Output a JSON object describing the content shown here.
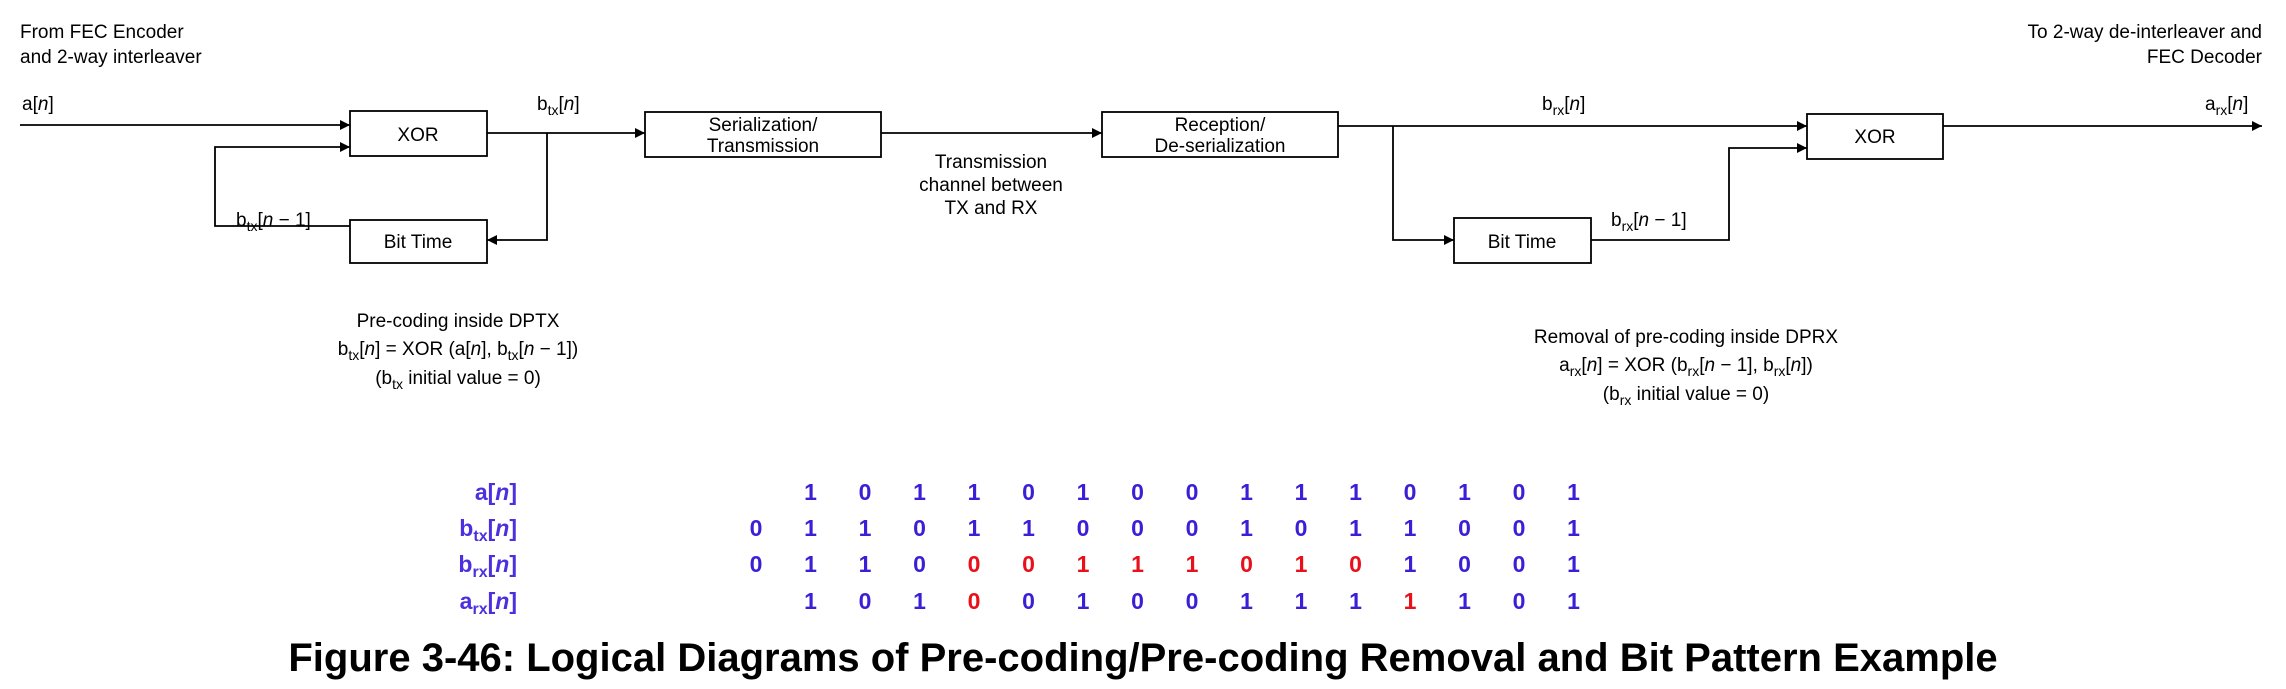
{
  "labels": {
    "from_line1": "From FEC Encoder",
    "from_line2": "and 2-way interleaver",
    "to_line1": "To 2-way de-interleaver and",
    "to_line2": "FEC Decoder",
    "a_n": "a[n]",
    "btx_n": "btx[n]",
    "btx_n_minus_1": "btx[n − 1]",
    "brx_n": "brx[n]",
    "brx_n_minus_1": "brx[n − 1]",
    "arx_n": "arx[n]",
    "channel_line1": "Transmission",
    "channel_line2": "channel between",
    "channel_line3": "TX and RX"
  },
  "boxes": {
    "xor_tx": "XOR",
    "bittime_tx": "Bit Time",
    "serial_line1": "Serialization/",
    "serial_line2": "Transmission",
    "recv_line1": "Reception/",
    "recv_line2": "De-serialization",
    "bittime_rx": "Bit Time",
    "xor_rx": "XOR"
  },
  "notes": {
    "tx_line1": "Pre-coding inside DPTX",
    "tx_line2": "btx[n] = XOR (a[n], btx[n − 1])",
    "tx_line3": "(btx initial value = 0)",
    "rx_line1": "Removal of pre-coding inside DPRX",
    "rx_line2": "arx[n] = XOR (brx[n − 1], brx[n])",
    "rx_line3": "(brx initial value = 0)"
  },
  "colors": {
    "normal_bit": "#3a1fd6",
    "error_bit": "#e8101a",
    "row_label": "#4b30e0"
  },
  "bit_table": {
    "rows": [
      {
        "label": "a[n]",
        "bits": [
          "",
          "1",
          "0",
          "1",
          "1",
          "0",
          "1",
          "0",
          "0",
          "1",
          "1",
          "1",
          "0",
          "1",
          "0",
          "1"
        ],
        "errors": []
      },
      {
        "label": "btx[n]",
        "bits": [
          "0",
          "1",
          "1",
          "0",
          "1",
          "1",
          "0",
          "0",
          "0",
          "1",
          "0",
          "1",
          "1",
          "0",
          "0",
          "1"
        ],
        "errors": []
      },
      {
        "label": "brx[n]",
        "bits": [
          "0",
          "1",
          "1",
          "0",
          "0",
          "0",
          "1",
          "1",
          "1",
          "0",
          "1",
          "0",
          "1",
          "0",
          "0",
          "1"
        ],
        "errors": [
          4,
          5,
          6,
          7,
          8,
          9,
          10,
          11
        ]
      },
      {
        "label": "arx[n]",
        "bits": [
          "",
          "1",
          "0",
          "1",
          "0",
          "0",
          "1",
          "0",
          "0",
          "1",
          "1",
          "1",
          "1",
          "1",
          "0",
          "1"
        ],
        "errors": [
          4,
          12
        ]
      }
    ]
  },
  "caption": "Figure 3-46: Logical Diagrams of Pre-coding/Pre-coding Removal and Bit Pattern Example"
}
